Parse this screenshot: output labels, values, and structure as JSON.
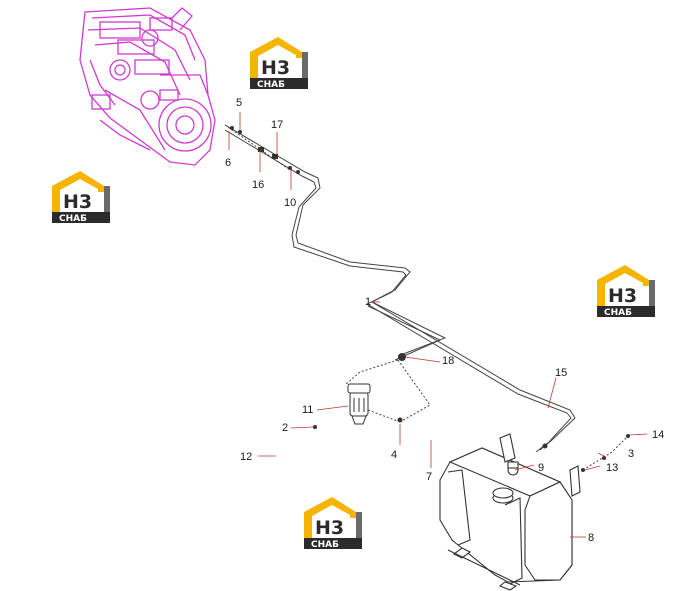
{
  "diagram": {
    "callouts": {
      "c1": "1",
      "c2": "2",
      "c3": "3",
      "c4": "4",
      "c5": "5",
      "c6": "6",
      "c7": "7",
      "c8": "8",
      "c9": "9",
      "c10": "10",
      "c11": "11",
      "c12": "12",
      "c13": "13",
      "c14": "14",
      "c15": "15",
      "c16": "16",
      "c17": "17",
      "c18": "18"
    },
    "colors": {
      "engine": "#d13ad1",
      "line": "#444444",
      "leader": "#c0392b",
      "logo_yellow": "#f5b400",
      "logo_gray": "#6a6a6a",
      "logo_dark": "#2b2b2b"
    }
  },
  "watermarks": [
    {
      "mark": "Н3",
      "sub": "СНАБ"
    },
    {
      "mark": "Н3",
      "sub": "СНАБ"
    },
    {
      "mark": "Н3",
      "sub": "СНАБ"
    },
    {
      "mark": "Н3",
      "sub": "СНАБ"
    }
  ]
}
